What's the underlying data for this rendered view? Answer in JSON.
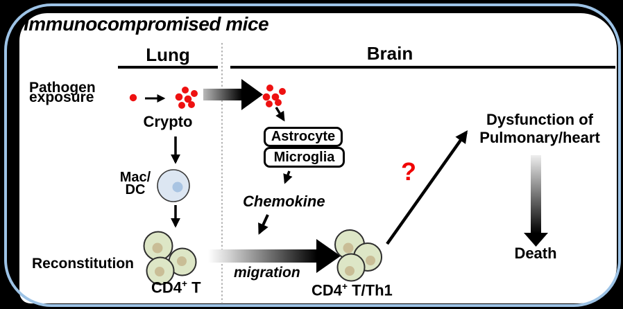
{
  "title": "Immunocompromised mice",
  "sections": {
    "lung": "Lung",
    "brain": "Brain"
  },
  "labels": {
    "pathogen_line1": "Pathogen",
    "pathogen_line2": "exposure",
    "crypto": "Crypto",
    "mac_line1": "Mac/",
    "mac_line2": "DC",
    "reconstitution": "Reconstitution",
    "cd4t_base": "CD4",
    "cd4t_sup": "+",
    "cd4t_rest": " T",
    "astrocyte": "Astrocyte",
    "microglia": "Microglia",
    "chemokine": "Chemokine",
    "migration": "migration",
    "cd4tth1_base": "CD4",
    "cd4tth1_sup": "+",
    "cd4tth1_rest": " T/Th1",
    "question_mark": "?",
    "dysfunction_line1": "Dysfunction of",
    "dysfunction_line2": "Pulmonary/heart",
    "death": "Death"
  },
  "colors": {
    "outer_bg": "#000000",
    "panel_bg": "#ffffff",
    "frame_border_blue": "#9dc3e6",
    "pathogen_red": "#ee1111",
    "question_red": "#f00000",
    "tcell_fill": "#dde6c6",
    "tcell_nucleus": "#c9bd96",
    "macdc_fill": "#dce6f2",
    "macdc_nucleus": "#a9c4e2"
  },
  "graphics": {
    "divider": "dotted-vertical-line-between-lung-and-brain",
    "gradient_arrows": [
      "lung-to-brain-transfer",
      "migration",
      "dysfunction-to-death"
    ],
    "plain_arrows": [
      "pathogen-to-crypto",
      "crypto-to-macdc",
      "macdc-to-cd4t",
      "dots-to-astrocyte",
      "microglia-to-chemokine",
      "chemokine-to-migration",
      "th1-to-dysfunction"
    ]
  }
}
